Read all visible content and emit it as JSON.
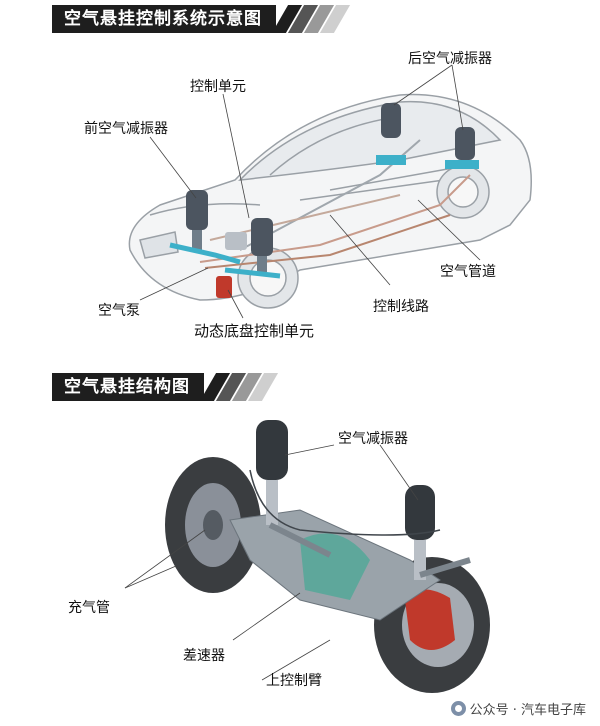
{
  "section1": {
    "title": "空气悬挂控制系统示意图",
    "labels": {
      "front_shock": "前空气减振器",
      "control_unit": "控制单元",
      "rear_shock": "后空气减振器",
      "air_pipe": "空气管道",
      "control_line": "控制线路",
      "air_pump": "空气泵",
      "chassis_control": "动态底盘控制单元"
    }
  },
  "section2": {
    "title": "空气悬挂结构图",
    "labels": {
      "air_shock": "空气减振器",
      "inflation_pipe": "充气管",
      "differential": "差速器",
      "upper_arm": "上控制臂"
    }
  },
  "watermark": "公众号 · 汽车电子库"
}
